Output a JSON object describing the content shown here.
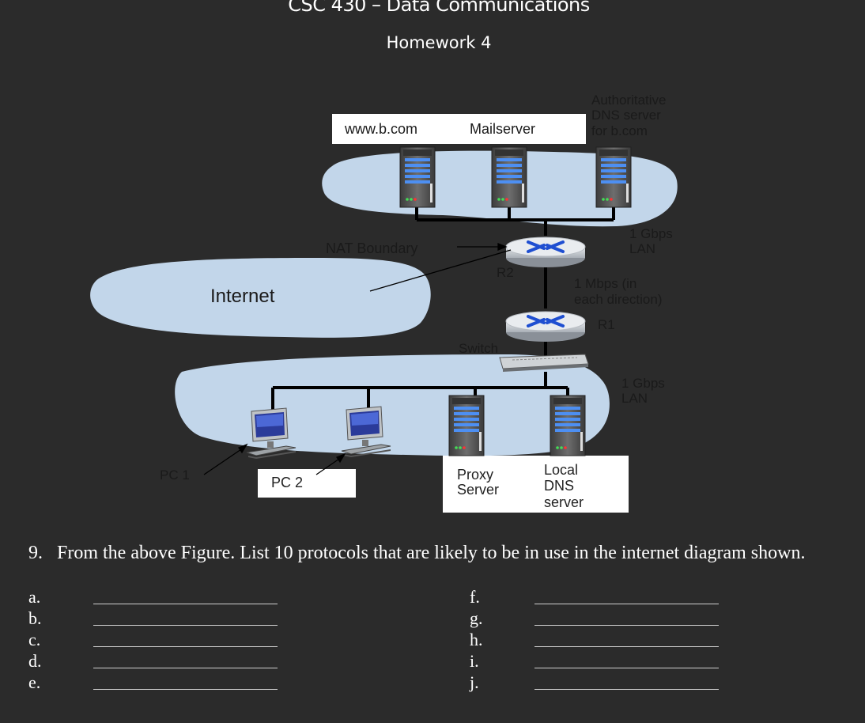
{
  "header": {
    "title": "CSC 430 – Data Communications",
    "subtitle": "Homework 4"
  },
  "diagram": {
    "labels": {
      "www": "www.b.com",
      "mailserver": "Mailserver",
      "auth_dns_line1": "Authoritative",
      "auth_dns_line2": "DNS server",
      "auth_dns_line3": "for b.com",
      "nat": "NAT Boundary",
      "lan_top_line1": "1 Gbps",
      "lan_top_line2": "LAN",
      "r2": "R2",
      "link_line1": "1 Mbps (in",
      "link_line2": "each direction)",
      "internet": "Internet",
      "r1": "R1",
      "switch": "Switch",
      "lan_bottom_line1": "1 Gbps",
      "lan_bottom_line2": "LAN",
      "pc1": "PC 1",
      "pc2": "PC 2",
      "proxy_line1": "Proxy",
      "proxy_line2": "Server",
      "local_dns_line1": "Local",
      "local_dns_line2": "DNS",
      "local_dns_line3": "server"
    },
    "colors": {
      "cloud": "#c2d6ea",
      "server_body": "#5a5a5a",
      "router": "#c9cdd2",
      "router_arrows": "#1f4fd1"
    }
  },
  "question": {
    "number": "9.",
    "text": "From the above Figure. List 10 protocols that are likely to be in use in the internet diagram shown."
  },
  "answers": {
    "left": [
      "a.",
      "b.",
      "c.",
      "d.",
      "e."
    ],
    "right": [
      "f.",
      "g.",
      "h.",
      "i.",
      "j."
    ]
  }
}
